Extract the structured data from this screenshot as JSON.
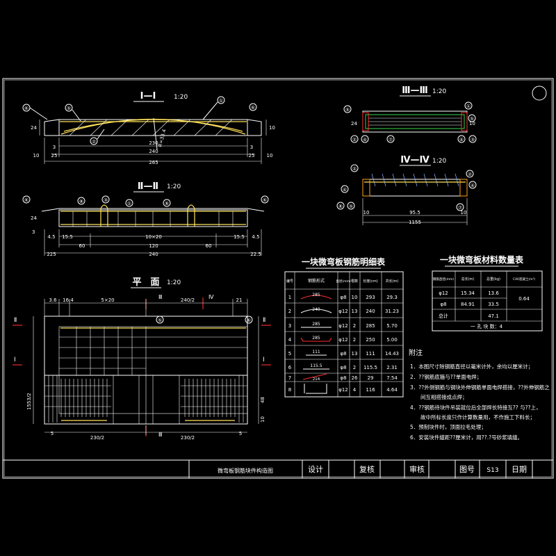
{
  "views": {
    "section_1": {
      "title": "Ⅰ—Ⅰ",
      "scale": "1:20",
      "dims": [
        "10",
        "25",
        "230",
        "240",
        "265",
        "25",
        "10",
        "3",
        "3",
        "24",
        "10"
      ],
      "arc_label": "R=33.4"
    },
    "section_2": {
      "title": "Ⅱ—Ⅱ",
      "scale": "1:20",
      "dims": [
        "4.5",
        "15.5",
        "60",
        "120",
        "60",
        "15.5",
        "4.5",
        "10×20",
        "225",
        "240",
        "22.5",
        "24",
        "3"
      ]
    },
    "plan": {
      "title": "平　面",
      "scale": "1:20",
      "dims": [
        "3.6",
        "16.4",
        "5×20",
        "240/2",
        "21",
        "230/2",
        "230/2",
        "1553/2",
        "5",
        "5",
        "48",
        "10"
      ],
      "cut_marks": [
        "Ⅲ",
        "Ⅳ",
        "Ⅱ",
        "Ⅰ",
        "Ⅲ",
        "Ⅱ",
        "Ⅰ"
      ]
    },
    "section_3": {
      "title": "Ⅲ—Ⅲ",
      "scale": "1:20",
      "dims": [
        "24",
        "10"
      ]
    },
    "section_4": {
      "title": "Ⅳ—Ⅳ",
      "scale": "1:20",
      "dims": [
        "10",
        "95.5",
        "1155",
        "10"
      ]
    }
  },
  "callouts": [
    "①",
    "②",
    "③",
    "④",
    "⑤",
    "⑥",
    "⑦",
    "⑧"
  ],
  "rebar_table": {
    "title": "一块微弯板钢筋明细表",
    "headers": [
      "编号",
      "钢筋形式",
      "直径(mm)",
      "根数",
      "长度(cm)",
      "共长(m)"
    ],
    "rows": [
      {
        "no": "1",
        "shape": "285",
        "dia": "φ8",
        "count": "10",
        "length": "293",
        "total": "29.3"
      },
      {
        "no": "2",
        "shape": "240",
        "dia": "φ12",
        "count": "13",
        "length": "240",
        "total": "31.23"
      },
      {
        "no": "3",
        "shape": "285",
        "dia": "φ12",
        "count": "2",
        "length": "285",
        "total": "5.70"
      },
      {
        "no": "4",
        "shape": "285",
        "dia": "φ12",
        "count": "2",
        "length": "250",
        "total": "5.00"
      },
      {
        "no": "5",
        "shape": "111",
        "dia": "φ8",
        "count": "13",
        "length": "111",
        "total": "14.43"
      },
      {
        "no": "6",
        "shape": "115.5",
        "dia": "φ8",
        "count": "2",
        "length": "115.5",
        "total": "2.31"
      },
      {
        "no": "7",
        "shape": "214",
        "dia": "φ8",
        "count": "26",
        "length": "29",
        "total": "7.54"
      },
      {
        "no": "8",
        "shape": "",
        "dia": "φ12",
        "count": "4",
        "length": "116",
        "total": "4.64"
      }
    ]
  },
  "material_table": {
    "title": "一块微弯板材料数量表",
    "headers": [
      "钢筋直径(mm)",
      "总长(m)",
      "总重(kg)",
      "C40混凝土(m³)"
    ],
    "rows": [
      {
        "dia": "φ12",
        "len": "15.34",
        "wt": "13.6",
        "conc": ""
      },
      {
        "dia": "φ8",
        "len": "84.91",
        "wt": "33.5",
        "conc": "0.64"
      },
      {
        "dia": "总计",
        "len": "",
        "wt": "47.1",
        "conc": ""
      }
    ],
    "footer": "一 孔 块 数：4"
  },
  "notes": {
    "title": "附注",
    "items": [
      "1．本图尺寸除钢筋直径以毫米计外，余均以厘米计；",
      "2．??钢筋底箍与??单面电焊；",
      "3．??外侧钢筋与钢块外伸钢筋单面电焊搭接，??外伸钢筋之",
      "　　间互相搭接成点焊；",
      "4．??钢筋待块件吊装就位后全部焊长特接互?? 与??上，",
      "　　故中所标长度只作计算数量用，不作施工下料长；",
      "5．预制块件时，顶面拉毛处理；",
      "6．安装块件缝距??厘米计，用??.?号砂浆填缝。"
    ]
  },
  "title_block": {
    "drawing_name": "微弯板钢筋块件构造图",
    "design": "设计",
    "review": "复核",
    "approve": "审核",
    "drawing_no_label": "图号",
    "drawing_no": "S13",
    "date_label": "日期"
  },
  "colors": {
    "line": "#ffffff",
    "rebar": "#ffe25a",
    "cut": "#ff3030",
    "bar": "#39d94a",
    "border": "#ffffff"
  }
}
